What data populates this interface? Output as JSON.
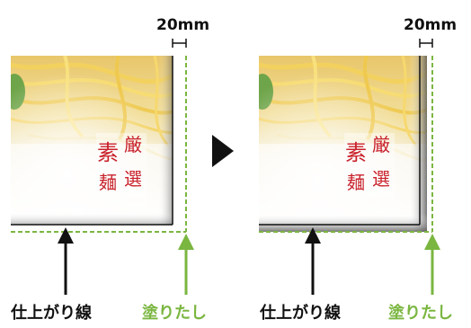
{
  "colors": {
    "bleed": "#7ab640",
    "trim": "#111111"
  },
  "panels": [
    {
      "id": "before",
      "dimension_label": "20mm",
      "trim_label": "仕上がり線",
      "bleed_label": "塗りたし",
      "seal_text": "素麺厳選",
      "shows_bleed_extension": false
    },
    {
      "id": "after",
      "dimension_label": "20mm",
      "trim_label": "仕上がり線",
      "bleed_label": "塗りたし",
      "seal_text": "素麺厳選",
      "shows_bleed_extension": true
    }
  ],
  "arrow_icon": "play-triangle-icon"
}
